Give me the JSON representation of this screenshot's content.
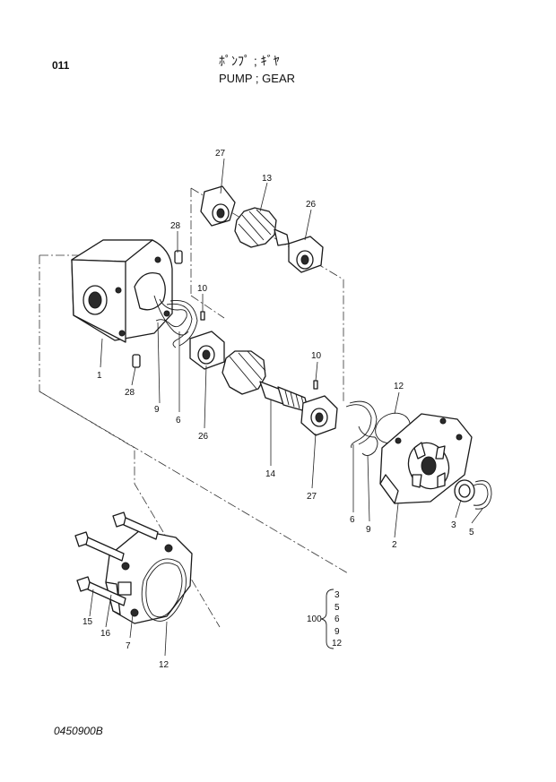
{
  "header": {
    "page_number": "011",
    "title_japanese": "ﾎﾟﾝﾌﾟ ; ｷﾞﾔ",
    "title_english": "PUMP ; GEAR"
  },
  "footer": {
    "drawing_number": "0450900B"
  },
  "callouts": {
    "c27_top": "27",
    "c13": "13",
    "c26_top": "26",
    "c28_top": "28",
    "c10_left": "10",
    "c1": "1",
    "c28_bottom": "28",
    "c9_left": "9",
    "c6_left": "6",
    "c26_bottom": "26",
    "c14": "14",
    "c10_right": "10",
    "c27_bottom": "27",
    "c12_right": "12",
    "c6_right": "6",
    "c9_right": "9",
    "c2": "2",
    "c3": "3",
    "c5": "5",
    "c15": "15",
    "c16": "16",
    "c7": "7",
    "c12_bottom": "12"
  },
  "kit": {
    "number": "100",
    "items": [
      "3",
      "5",
      "6",
      "9",
      "12"
    ]
  }
}
